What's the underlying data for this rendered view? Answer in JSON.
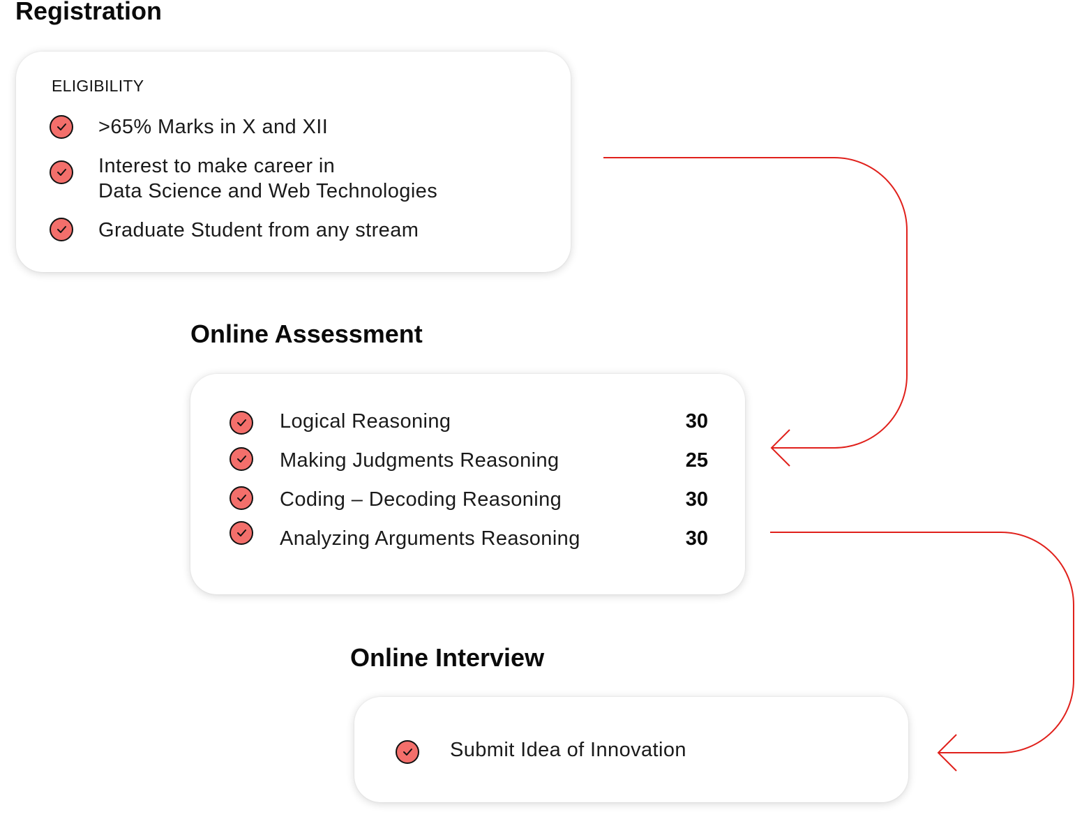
{
  "registration": {
    "title": "Registration",
    "card_heading": "ELIGIBILITY",
    "items": [
      {
        "line1": ">65% Marks in X and XII"
      },
      {
        "line1": "Interest to make career in",
        "line2": "Data Science and Web Technologies"
      },
      {
        "line1": "Graduate Student from any stream"
      }
    ]
  },
  "online_assessment": {
    "title": "Online Assessment",
    "items": [
      {
        "label": "Logical Reasoning",
        "value": "30"
      },
      {
        "label": "Making Judgments Reasoning",
        "value": "25"
      },
      {
        "label": "Coding – Decoding Reasoning",
        "value": "30"
      },
      {
        "label": "Analyzing Arguments Reasoning",
        "value": "30"
      }
    ]
  },
  "online_interview": {
    "title": "Online Interview",
    "items": [
      {
        "label": "Submit Idea of Innovation"
      }
    ]
  },
  "colors": {
    "accent": "#f36f6b",
    "connector": "#e0201b",
    "text": "#111111"
  },
  "icons": {
    "check": "check-circle-icon",
    "arrow": "arrow-left-icon"
  }
}
